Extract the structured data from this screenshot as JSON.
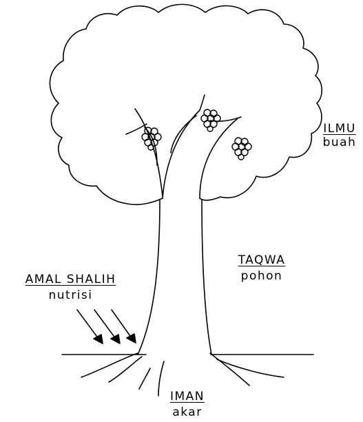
{
  "labels": {
    "ilmu": {
      "title": "ILMU",
      "subtitle": "buah"
    },
    "taqwa": {
      "title": "TAQWA",
      "subtitle": "pohon"
    },
    "amal": {
      "title": "AMAL SHALIH",
      "subtitle": "nutrisi"
    },
    "iman": {
      "title": "IMAN",
      "subtitle": "akar"
    }
  },
  "colors": {
    "ink": "#000000",
    "background": "#ffffff"
  }
}
